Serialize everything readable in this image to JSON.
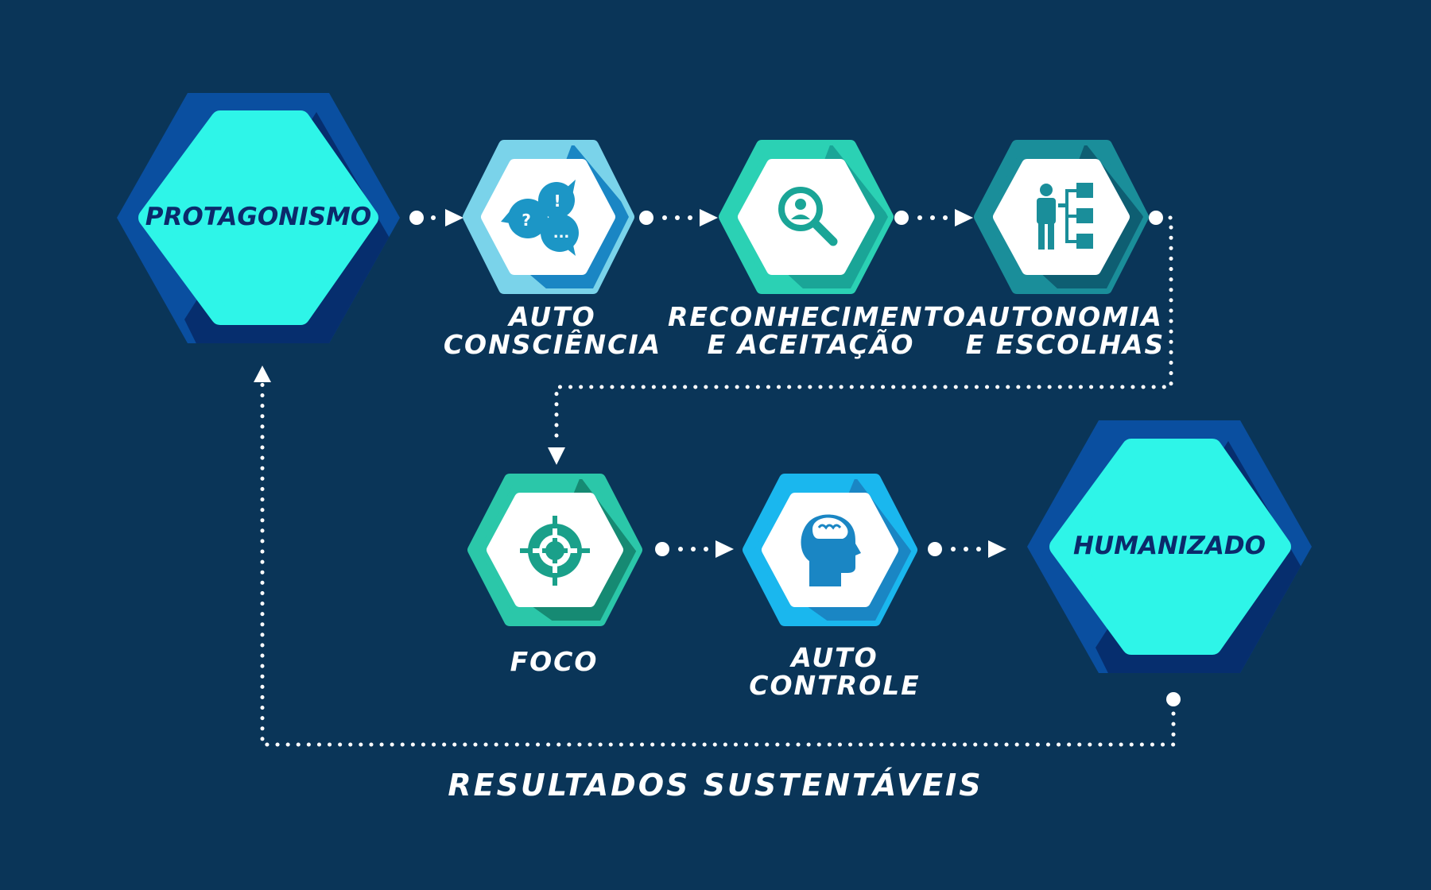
{
  "nodes": {
    "protagonismo": {
      "label": "PROTAGONISMO"
    },
    "auto_consciencia": {
      "label_line1": "AUTO",
      "label_line2": "CONSCIÊNCIA"
    },
    "reconhecimento": {
      "label_line1": "RECONHECIMENTO",
      "label_line2": "E ACEITAÇÃO"
    },
    "autonomia": {
      "label_line1": "AUTONOMIA",
      "label_line2": "E ESCOLHAS"
    },
    "foco": {
      "label": "FOCO"
    },
    "auto_controle": {
      "label_line1": "AUTO",
      "label_line2": "CONTROLE"
    },
    "humanizado": {
      "label": "HUMANIZADO"
    }
  },
  "icons": {
    "auto_consciencia": "speech-bubbles-icon",
    "reconhecimento": "magnifier-person-icon",
    "autonomia": "person-hierarchy-icon",
    "foco": "target-crosshair-icon",
    "auto_controle": "head-brain-icon"
  },
  "loop_label": "RESULTADOS SUSTENTÁVEIS",
  "colors": {
    "background": "#0a3558",
    "hub_fill": "#2ef5e8",
    "hub_outer": "#0a4fa0",
    "hub_text": "#0b2a6b",
    "connector": "#ffffff"
  }
}
